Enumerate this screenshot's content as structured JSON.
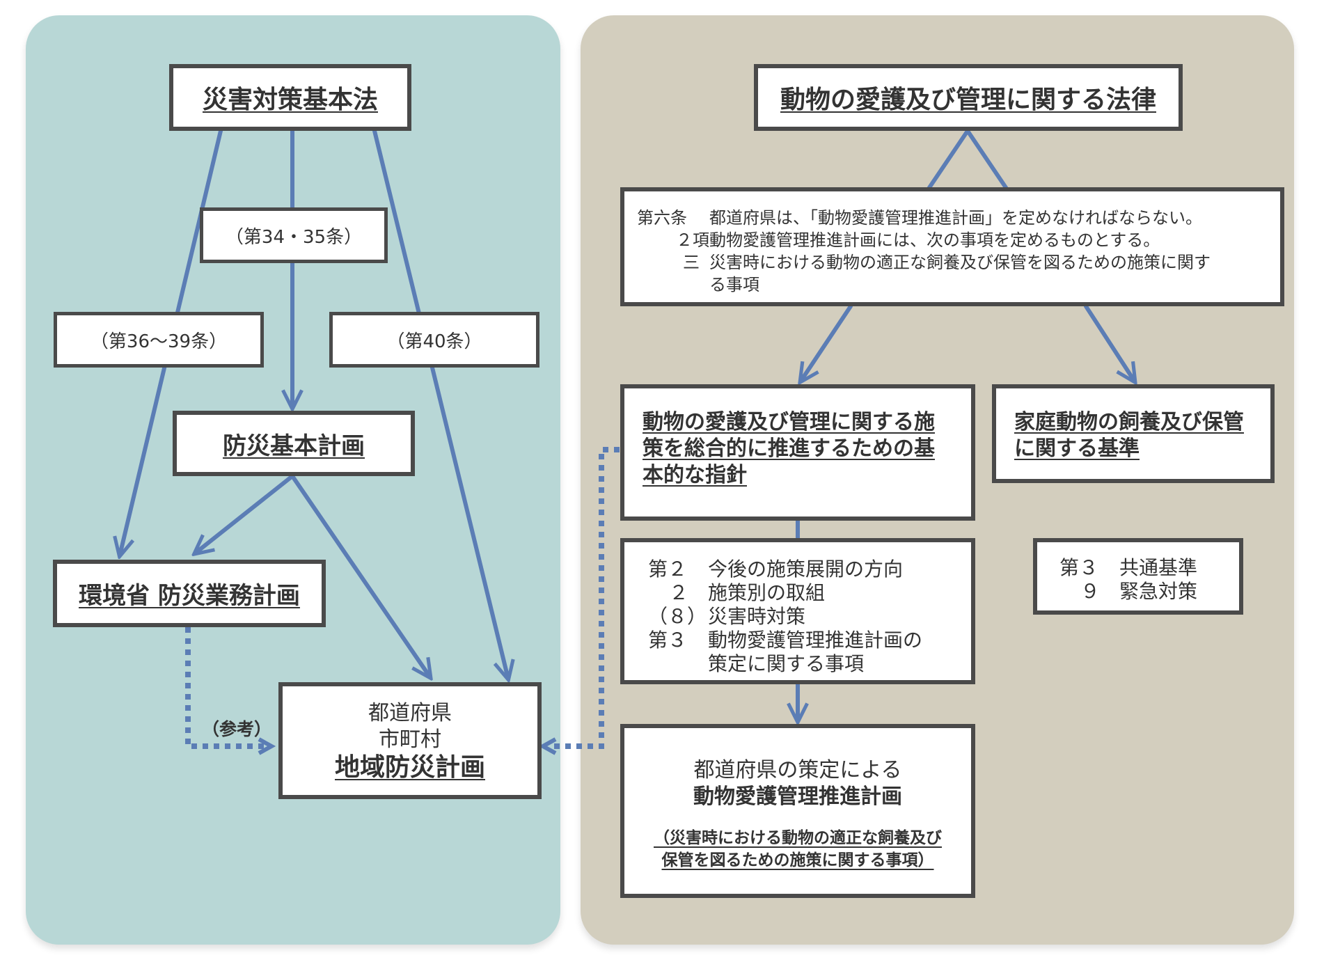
{
  "colors": {
    "left_panel": "#b8d7d6",
    "right_panel": "#d3cebe",
    "box_border": "#4a4a4a",
    "arrow": "#5b7db5"
  },
  "left": {
    "law_title": "災害対策基本法",
    "label_34_35": "（第34・35条）",
    "label_36_39": "（第36〜39条）",
    "label_40": "（第40条）",
    "basic_plan": "防災基本計画",
    "ministry_plan": "環境省 防災業務計画",
    "reference_label": "（参考）",
    "local_plan": {
      "line1": "都道府県",
      "line2": "市町村",
      "title": "地域防災計画"
    }
  },
  "right": {
    "law_title": "動物の愛護及び管理に関する法律",
    "article6": [
      {
        "k": "第六条",
        "v": "都道府県は、「動物愛護管理推進計画」を定めなければならない。"
      },
      {
        "k": "２項",
        "v": "動物愛護管理推進計画には、次の事項を定めるものとする。"
      },
      {
        "k": "三",
        "v": "災害時における動物の適正な飼養及び保管を図るための施策に関す"
      },
      {
        "k": "",
        "v": "る事項"
      }
    ],
    "guideline_title": "動物の愛護及び管理に関する施策を総合的に推進するための基本的な指針",
    "standard_title": "家庭動物の飼養及び保管に関する基準",
    "guideline_items": [
      {
        "k": "第２",
        "v": "今後の施策展開の方向"
      },
      {
        "k": "２",
        "v": "施策別の取組"
      },
      {
        "k": "（８）",
        "v": "災害時対策"
      },
      {
        "k": "第３",
        "v": "動物愛護管理推進計画の"
      },
      {
        "k": "",
        "v": "策定に関する事項"
      }
    ],
    "standard_items": [
      {
        "k": "第３",
        "v": "共通基準"
      },
      {
        "k": "９",
        "v": "緊急対策"
      }
    ],
    "promotion_plan": {
      "line1": "都道府県の策定による",
      "title": "動物愛護管理推進計画",
      "note": "（災害時における動物の適正な飼養及び保管を図るための施策に関する事項）"
    }
  }
}
